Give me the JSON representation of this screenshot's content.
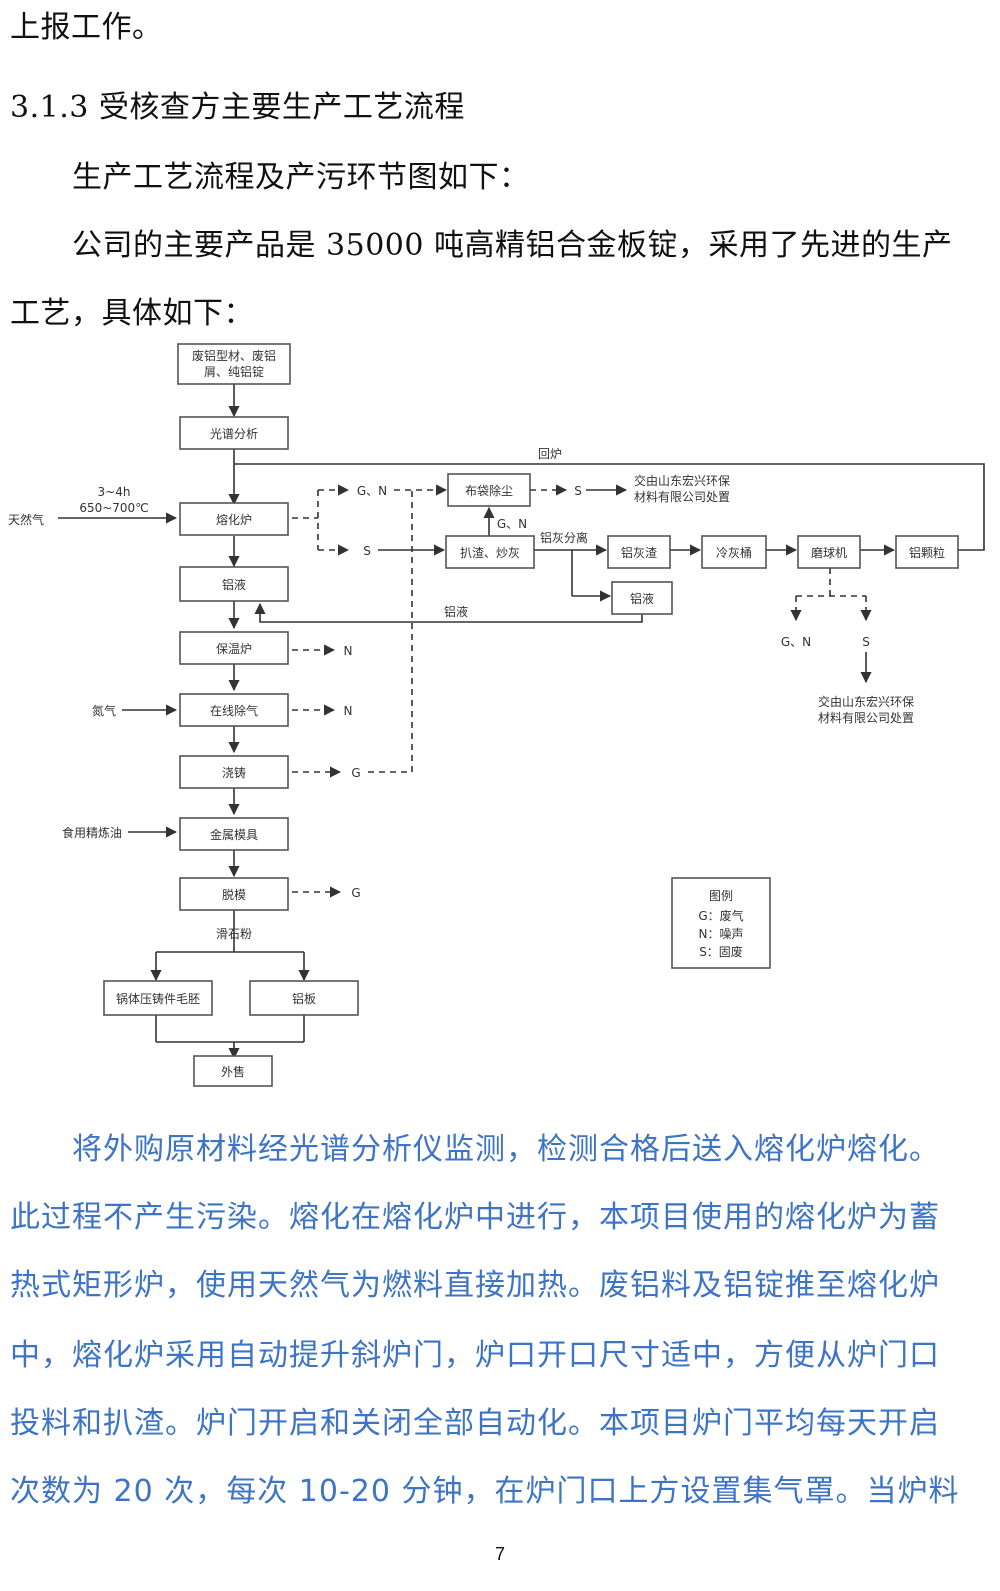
{
  "text": {
    "line1": "上报工作。",
    "heading": "3.1.3 受核查方主要生产工艺流程",
    "p1": "生产工艺流程及产污环节图如下：",
    "p2a": "公司的主要产品是 35000 吨高精铝合金板锭，采用了先进的生产",
    "p2b": "工艺，具体如下：",
    "body_lines": [
      "将外购原材料经光谱分析仪监测，检测合格后送入熔化炉熔化。",
      "此过程不产生污染。熔化在熔化炉中进行，本项目使用的熔化炉为蓄",
      "热式矩形炉，使用天然气为燃料直接加热。废铝料及铝锭推至熔化炉",
      "中，熔化炉采用自动提升斜炉门，炉口开口尺寸适中，方便从炉门口",
      "投料和扒渣。炉门开启和关闭全部自动化。本项目炉门平均每天开启",
      "次数为 20 次，每次 10-20 分钟，在炉门口上方设置集气罩。当炉料"
    ],
    "page_number": "7"
  },
  "diagram": {
    "boxes": {
      "raw": [
        "废铝型材、废铝",
        "屑、纯铝锭"
      ],
      "spectral": "光谱分析",
      "furnace": "熔化炉",
      "liquid": "铝液",
      "holding": "保温炉",
      "degas": "在线除气",
      "casting": "浇铸",
      "mold": "金属模具",
      "demold": "脱模",
      "pot": "锅体压铸件毛胚",
      "plate": "铝板",
      "sale": "外售",
      "bag": "布袋除尘",
      "skim": "扒渣、炒灰",
      "ash": "铝灰渣",
      "cool": "冷灰桶",
      "mill": "磨球机",
      "granule": "铝颗粒",
      "liquid2": "铝液"
    },
    "labels": {
      "time": "3~4h",
      "temp": "650~700℃",
      "gas": "天然气",
      "nitrogen": "氮气",
      "oil": "食用精炼油",
      "talc": "滑石粉",
      "return": "回炉",
      "gn": "G、N",
      "s": "S",
      "n": "N",
      "g": "G",
      "ash_sep": "铝灰分离",
      "liquid_back": "铝液",
      "disposal1": [
        "交由山东宏兴环保",
        "材料有限公司处置"
      ],
      "disposal2": [
        "交由山东宏兴环保",
        "材料有限公司处置"
      ]
    },
    "legend": {
      "title": "图例",
      "g": "G：废气",
      "n": "N：噪声",
      "s": "S：固废"
    }
  }
}
